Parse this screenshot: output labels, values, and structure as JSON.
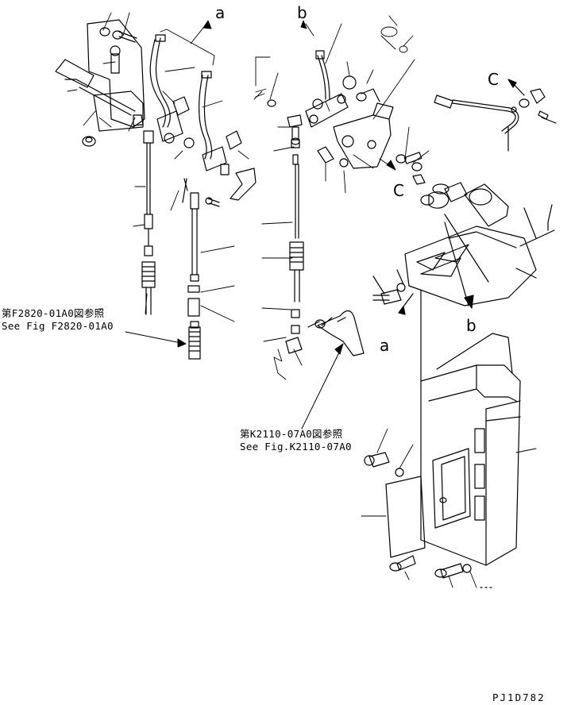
{
  "diagram": {
    "callouts": {
      "a_top": "a",
      "b_top": "b",
      "c_top_right": "C",
      "c_middle": "C",
      "a_lower": "a",
      "b_lower": "b"
    },
    "references": {
      "f2820_jp": "第F2820-01A0図参照",
      "f2820_en": "See Fig F2820-01A0",
      "k2110_jp": "第K2110-07A0図参照",
      "k2110_en": "See Fig.K2110-07A0"
    },
    "drawing_code": "PJ1D782",
    "colors": {
      "ink": "#000000",
      "paper": "#ffffff"
    }
  }
}
